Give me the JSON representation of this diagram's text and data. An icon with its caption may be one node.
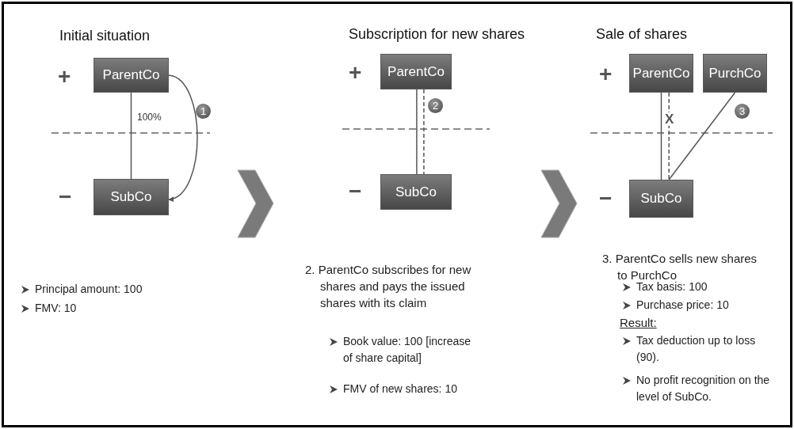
{
  "diagram": {
    "nodes": [
      {
        "text": [
          "ParentCo"
        ]
      },
      {
        "text": [
          "SubCo"
        ]
      },
      {
        "text": [
          "ParentCo"
        ]
      },
      {
        "text": [
          "SubCo"
        ]
      },
      {
        "text": [
          "ParentCo"
        ]
      },
      {
        "text": [
          "PurchCo"
        ]
      },
      {
        "text": [
          "SubCo"
        ]
      }
    ],
    "edges": [
      {
        "from": 0,
        "to": 1,
        "arrow": "none",
        "label": "100%"
      },
      {
        "from": 0,
        "to": 1,
        "arrow": "to"
      },
      {
        "from": 2,
        "to": 3,
        "arrow": "none"
      },
      {
        "from": 2,
        "to": 3,
        "arrow": "none",
        "style": "dashed"
      },
      {
        "from": 4,
        "to": 6,
        "arrow": "none"
      },
      {
        "from": 4,
        "to": 6,
        "arrow": "none",
        "style": "dashed",
        "label": "X"
      },
      {
        "from": 5,
        "to": 6,
        "arrow": "none"
      }
    ],
    "labels": [
      "Initial situation",
      "Subscription for new shares",
      "Sale of shares",
      "+",
      "1",
      "−",
      "+",
      "2",
      "−",
      "+",
      "3",
      "−",
      "Principal amount: 100",
      "FMV: 10",
      "2. ParentCo subscribes for new shares and pays the issued shares with its claim",
      "Book value: 100 [increase of share capital]",
      "FMV of new shares: 10",
      "3. ParentCo sells new shares to PurchCo",
      "Tax basis: 100",
      "Purchase price: 10",
      "Result:",
      "Tax deduction up to loss (90).",
      "No profit recognition on the level of SubCo."
    ]
  }
}
